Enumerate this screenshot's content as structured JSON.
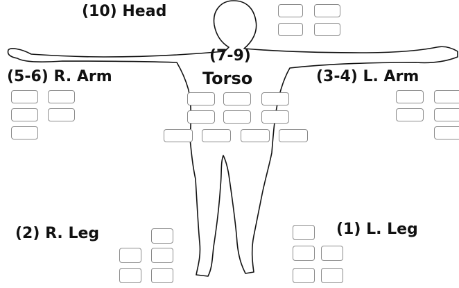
{
  "labels": {
    "head": "(10) Head",
    "torso_num": "(7-9)",
    "torso_name": "Torso",
    "r_arm": "(5-6) R. Arm",
    "l_arm": "(3-4) L. Arm",
    "r_leg": "(2) R. Leg",
    "l_leg": "(1) L. Leg"
  },
  "hit_boxes": {
    "head": 4,
    "torso": 10,
    "r_arm": 5,
    "l_arm": 5,
    "r_leg": 5,
    "l_leg": 5
  },
  "colors": {
    "outline": "#111111",
    "box_border": "#8a8a8a",
    "text": "#111111"
  }
}
